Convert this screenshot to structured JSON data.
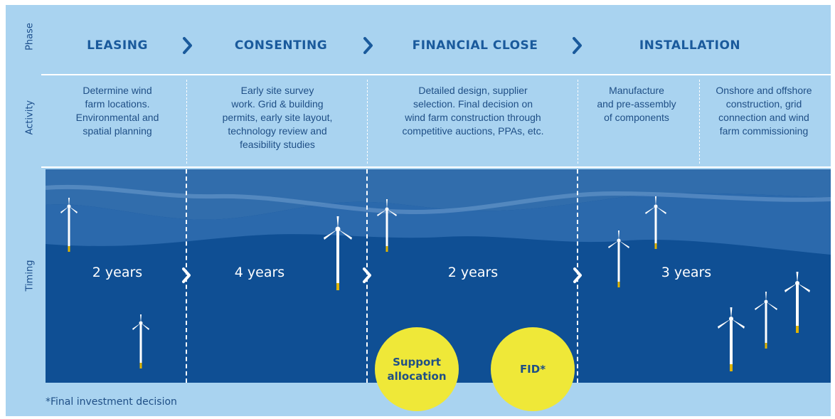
{
  "row_labels": {
    "phase": "Phase",
    "activity": "Activity",
    "timing": "Timing"
  },
  "phases": [
    {
      "label": "LEASING"
    },
    {
      "label": "CONSENTING"
    },
    {
      "label": "FINANCIAL CLOSE"
    },
    {
      "label": "INSTALLATION"
    }
  ],
  "activities": [
    {
      "text": "Determine wind\nfarm locations.\nEnvironmental and\nspatial planning"
    },
    {
      "text": "Early site survey\nwork. Grid & building\npermits, early site layout,\ntechnology review and\nfeasibility studies"
    },
    {
      "text": "Detailed design, supplier\nselection. Final decision on\nwind farm construction through\ncompetitive auctions, PPAs, etc."
    },
    {
      "text": "Manufacture\nand pre-assembly\nof components"
    },
    {
      "text": "Onshore and offshore\nconstruction, grid\nconnection and wind\nfarm commissioning"
    }
  ],
  "durations": [
    {
      "label": "2 years"
    },
    {
      "label": "4 years"
    },
    {
      "label": "2 years"
    },
    {
      "label": "3 years"
    }
  ],
  "milestones": [
    {
      "label": "Support\nallocation"
    },
    {
      "label": "FID*"
    }
  ],
  "footnote": "*Final investment decision",
  "icons": {
    "phase_separator": "chevron-right-icon",
    "wind_turbine": "wind-turbine-icon"
  },
  "colors": {
    "panel_background": "#a9d3f0",
    "sea_deep": "#0f4f94",
    "sea_light": "#2b69ac",
    "heading_text": "#1a5a9c",
    "body_text": "#1f4f86",
    "milestone_fill": "#efe838",
    "turbine_tip": "#e0b400",
    "divider": "#ffffff"
  }
}
